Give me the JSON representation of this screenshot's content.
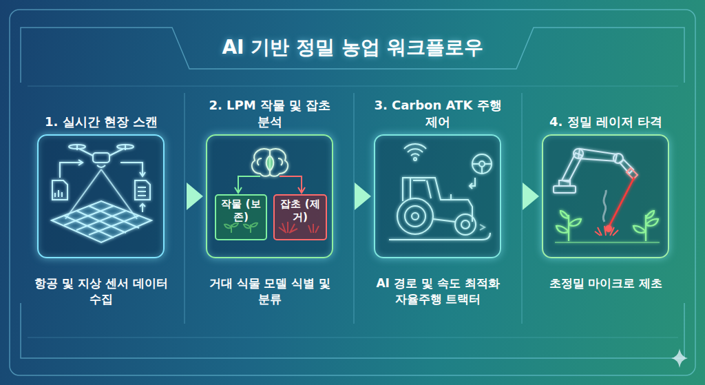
{
  "diagram": {
    "title": "AI 기반 정밀 농업 워크플로우",
    "nodes": [
      {
        "text": [
          "1. 실시간 현장 스캔",
          "항공 및 지상 센서 데이터 수집"
        ]
      },
      {
        "text": [
          "2. LPM 작물 및 잡초 분석",
          "거대 식물 모델 식별 및 분류"
        ]
      },
      {
        "text": [
          "작물 (보존)"
        ],
        "in": 1
      },
      {
        "text": [
          "잡초 (제거)"
        ],
        "in": 1
      },
      {
        "text": [
          "3. Carbon ATK 주행 제어",
          "AI 경로 및 속도 최적화 자율주행 트랙터"
        ]
      },
      {
        "text": [
          "4. 정밀 레이저 타격",
          "초정밀 마이크로 제초"
        ]
      }
    ],
    "edges": [
      {
        "from": 0,
        "to": 1,
        "arrow": "to"
      },
      {
        "from": 1,
        "to": 4,
        "arrow": "to"
      },
      {
        "from": 4,
        "to": 5,
        "arrow": "to"
      }
    ]
  }
}
